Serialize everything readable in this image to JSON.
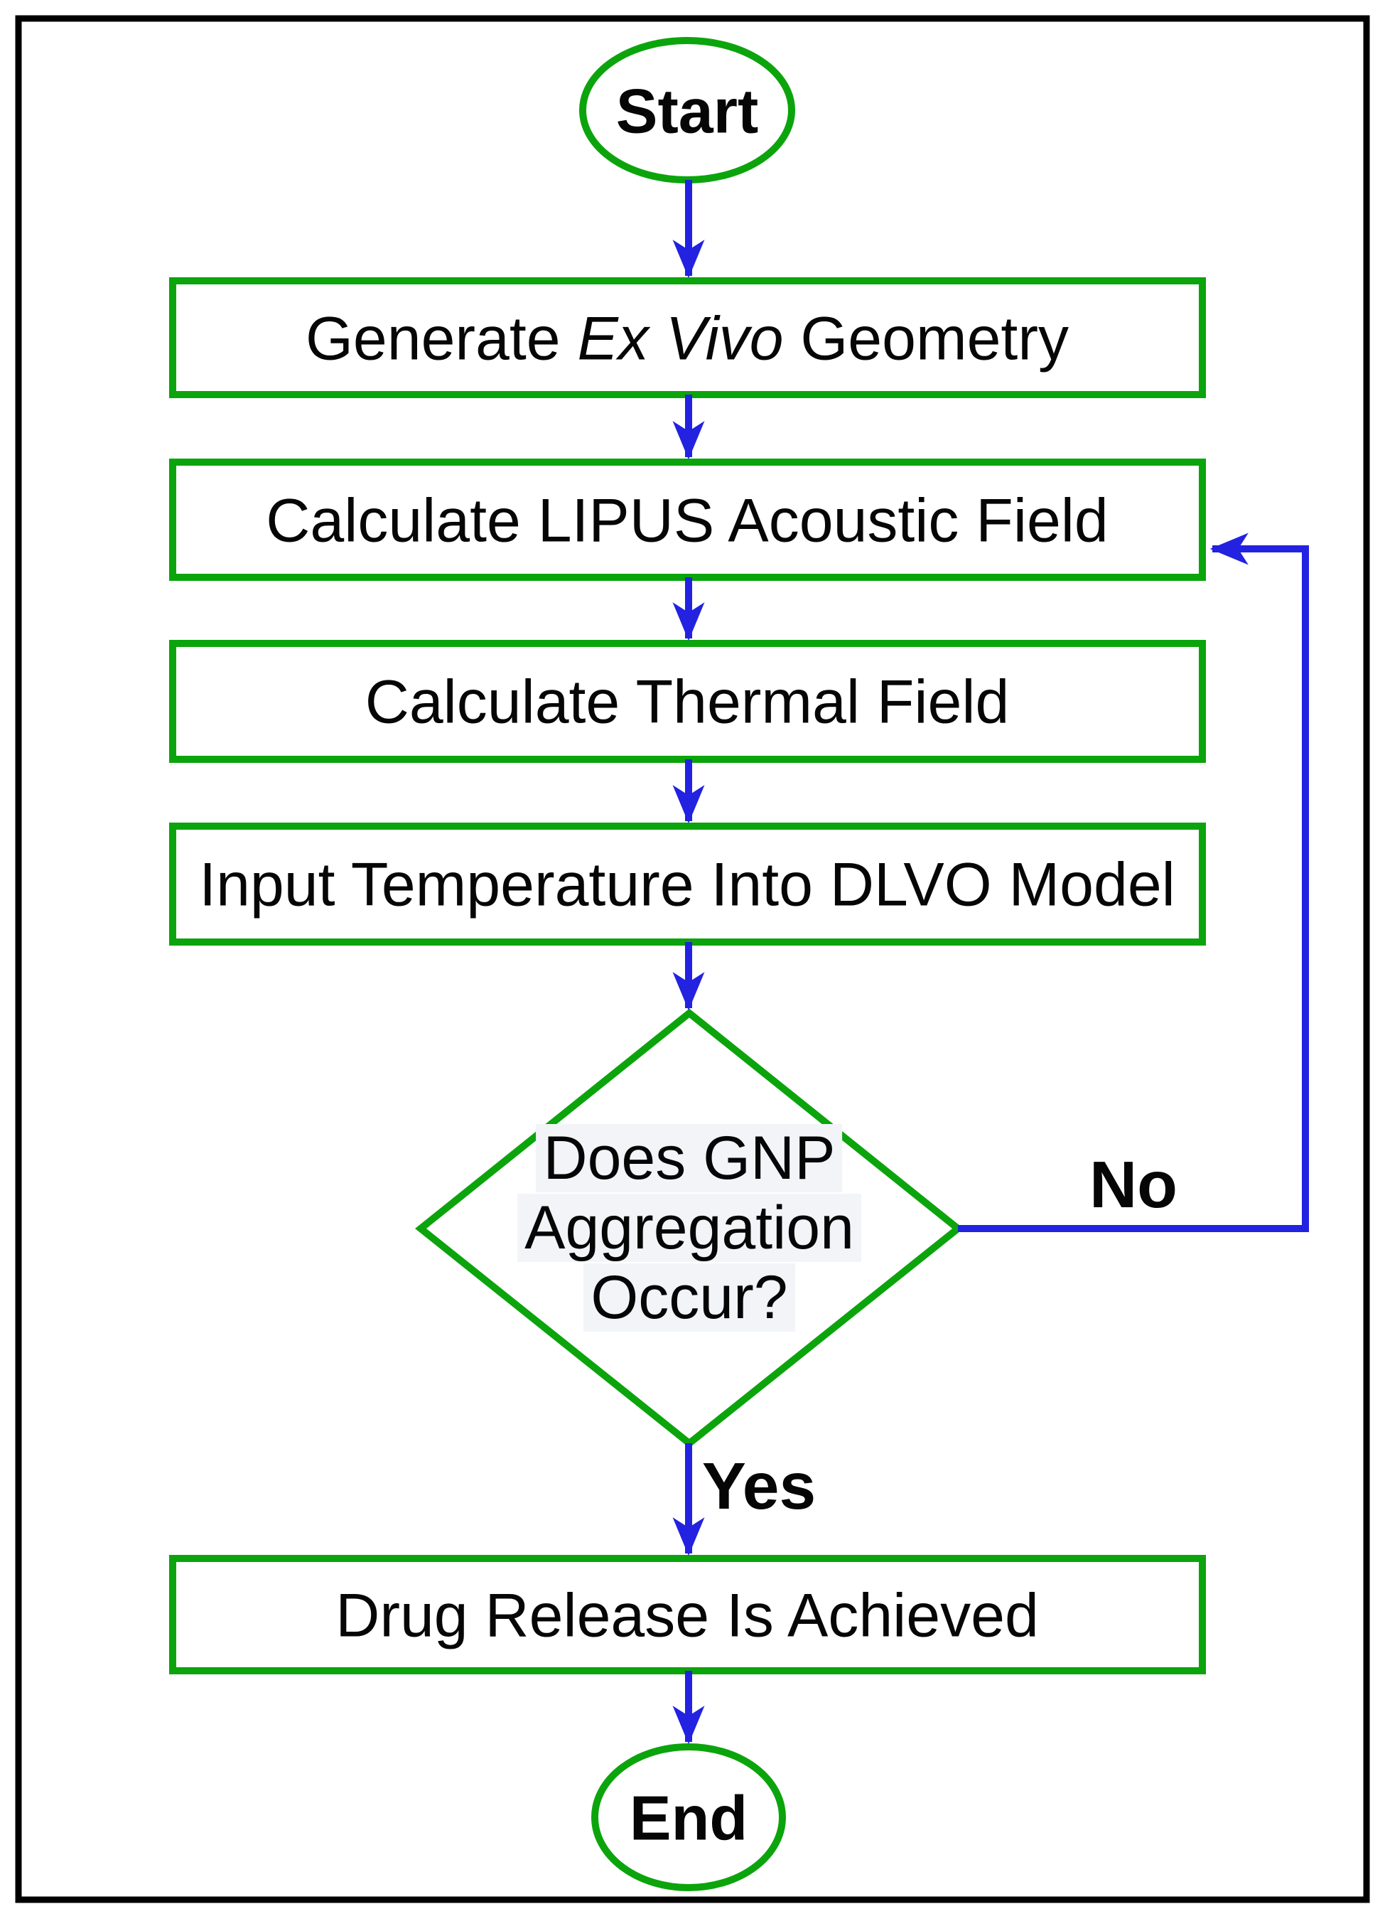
{
  "figure": {
    "type": "flowchart",
    "colors": {
      "shape_border_green": "#0ca40c",
      "arrow_blue": "#2222e0",
      "frame_black": "#000000",
      "text_black": "#060606",
      "background": "#ffffff"
    },
    "start": {
      "label": "Start"
    },
    "steps": [
      {
        "label_prefix": "Generate ",
        "label_italic": "Ex Vivo",
        "label_suffix": " Geometry"
      },
      {
        "label": "Calculate LIPUS Acoustic Field"
      },
      {
        "label": "Calculate Thermal Field"
      },
      {
        "label": "Input Temperature Into DLVO Model"
      }
    ],
    "decision": {
      "line1": "Does GNP",
      "line2": "Aggregation",
      "line3": "Occur?"
    },
    "branch_no": {
      "label": "No"
    },
    "branch_yes": {
      "label": "Yes"
    },
    "result": {
      "label": "Drug Release Is Achieved"
    },
    "end": {
      "label": "End"
    }
  }
}
